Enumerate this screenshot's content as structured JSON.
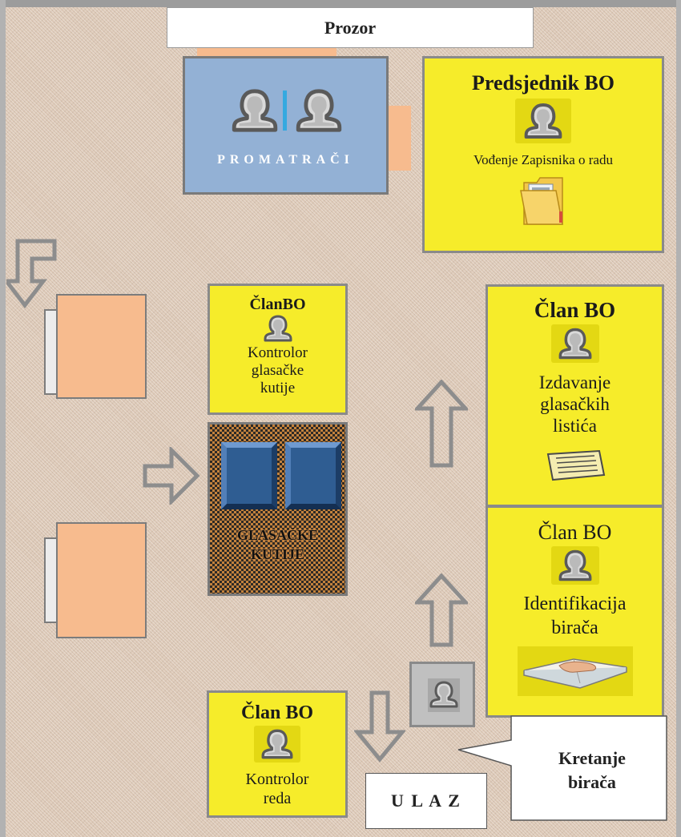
{
  "window_label": "Prozor",
  "observers": {
    "label": "PROMATRAČI"
  },
  "president": {
    "title": "Predsjednik BO",
    "task": "Vođenje Zapisnika o radu"
  },
  "ballot_box_controller": {
    "title": "ČlanBO",
    "task_lines": [
      "Kontrolor",
      "glasačke",
      "kutije"
    ]
  },
  "ballot_issuer": {
    "title": "Član BO",
    "task_lines": [
      "Izdavanje",
      "glasačkih",
      "listića"
    ]
  },
  "voter_id": {
    "title": "Član BO",
    "task_lines": [
      "Identifikacija",
      "birača"
    ]
  },
  "queue_controller": {
    "title": "Član BO",
    "task_lines": [
      "Kontrolor",
      "reda"
    ]
  },
  "ballot_boxes": {
    "label_lines": [
      "GLASAČKE",
      "KUTIJE"
    ]
  },
  "entrance": {
    "label": "U L A Z"
  },
  "voter_movement": {
    "label_lines": [
      "Kretanje",
      "birača"
    ]
  },
  "colors": {
    "member_box": "#f6ec2a",
    "observers_box": "#93b1d5",
    "table": "#f7bb8e",
    "ballot_box": "#2f5d92"
  }
}
